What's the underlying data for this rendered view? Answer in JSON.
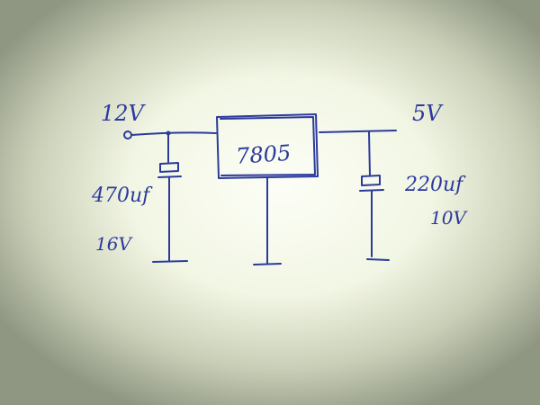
{
  "diagram": {
    "input_label": "12V",
    "output_label": "5V",
    "regulator_label": "7805",
    "cap_in_value": "470uf",
    "cap_in_voltage": "16V",
    "cap_out_value": "220uf",
    "cap_out_voltage": "10V",
    "ink_color": "#2c3a9c"
  }
}
